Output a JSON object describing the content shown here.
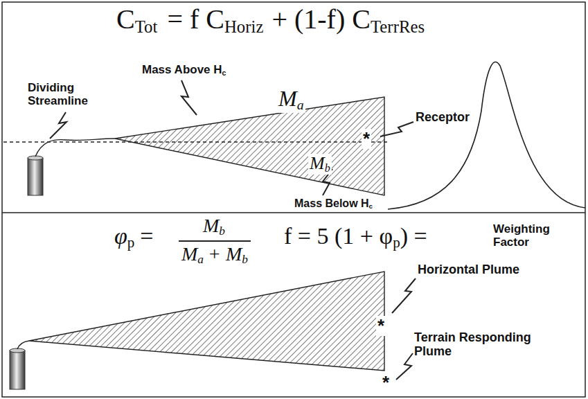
{
  "diagram": {
    "labels": [
      "C",
      "Tot",
      "= f C",
      "Horiz",
      "+ (1-f) C",
      "TerrRes",
      "Dividing Streamline",
      "Mass Above H",
      "c",
      "M",
      "a",
      "Receptor",
      "M",
      "b",
      "Mass Below H",
      "c",
      "φ",
      "p",
      "=",
      "M",
      "b",
      "M",
      "a",
      "+ M",
      "b",
      "f = 5 (1 + φ",
      "p",
      ") =",
      "Weighting Factor",
      "Horizontal Plume",
      "*",
      "*",
      "*",
      "Terrain Responding Plume"
    ]
  }
}
